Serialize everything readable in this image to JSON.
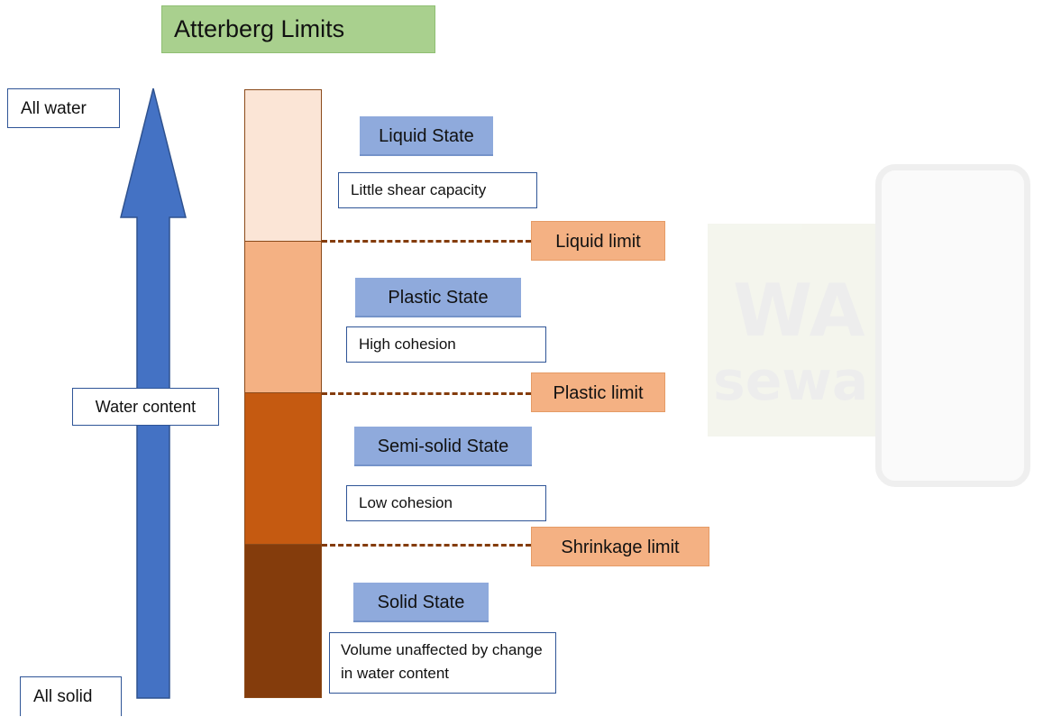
{
  "title": "Atterberg Limits",
  "axis": {
    "top_label": "All water",
    "bottom_label": "All solid",
    "middle_label": "Water content",
    "arrow_color": "#4472c4"
  },
  "states": [
    {
      "name": "Liquid State",
      "description": "Little shear capacity",
      "color": "#fbe5d6"
    },
    {
      "name": "Plastic State",
      "description": "High cohesion",
      "color": "#f4b183"
    },
    {
      "name": "Semi-solid State",
      "description": "Low cohesion",
      "color": "#c55a11"
    },
    {
      "name": "Solid State",
      "description": "Volume unaffected by change in water content",
      "color": "#843c0c"
    }
  ],
  "limits": [
    "Liquid limit",
    "Plastic limit",
    "Shrinkage limit"
  ],
  "colors": {
    "title_bg": "#a9d08e",
    "state_label_bg": "#8faadc",
    "limit_label_bg": "#f4b183",
    "dash_line": "#843c0c"
  }
}
